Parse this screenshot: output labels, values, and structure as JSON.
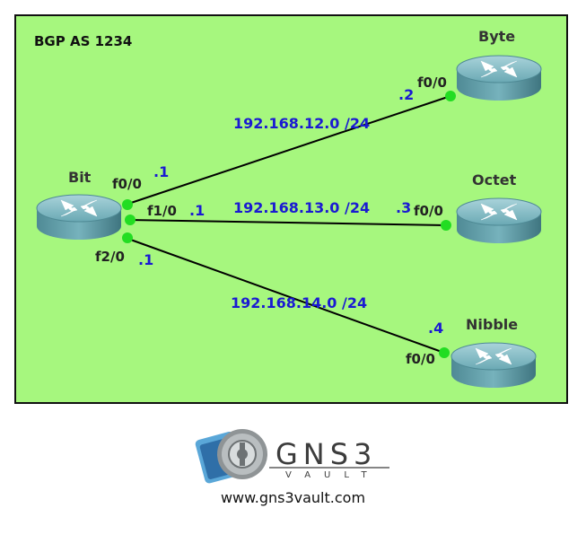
{
  "area": {
    "label": "BGP AS 1234",
    "fill": "#a6f77e",
    "border": "#111111"
  },
  "routers": {
    "bit": "Bit",
    "byte": "Byte",
    "octet": "Octet",
    "nibble": "Nibble"
  },
  "links": [
    {
      "subnet": "192.168.12.0 /24",
      "a_iface": "f0/0",
      "a_host": ".1",
      "b_iface": "f0/0",
      "b_host": ".2"
    },
    {
      "subnet": "192.168.13.0 /24",
      "a_iface": "f1/0",
      "a_host": ".1",
      "b_iface": "f0/0",
      "b_host": ".3"
    },
    {
      "subnet": "192.168.14.0 /24",
      "a_iface": "f2/0",
      "a_host": ".1",
      "b_iface": "f0/0",
      "b_host": ".4"
    }
  ],
  "colors": {
    "subnet": "#1a1ad2",
    "iface": "#222222",
    "port_dot": "#22dd22",
    "router_body": "#5a9aa6"
  },
  "logo": {
    "word": "GNS3",
    "sub": "VAULT"
  },
  "footer": {
    "url": "www.gns3vault.com"
  }
}
